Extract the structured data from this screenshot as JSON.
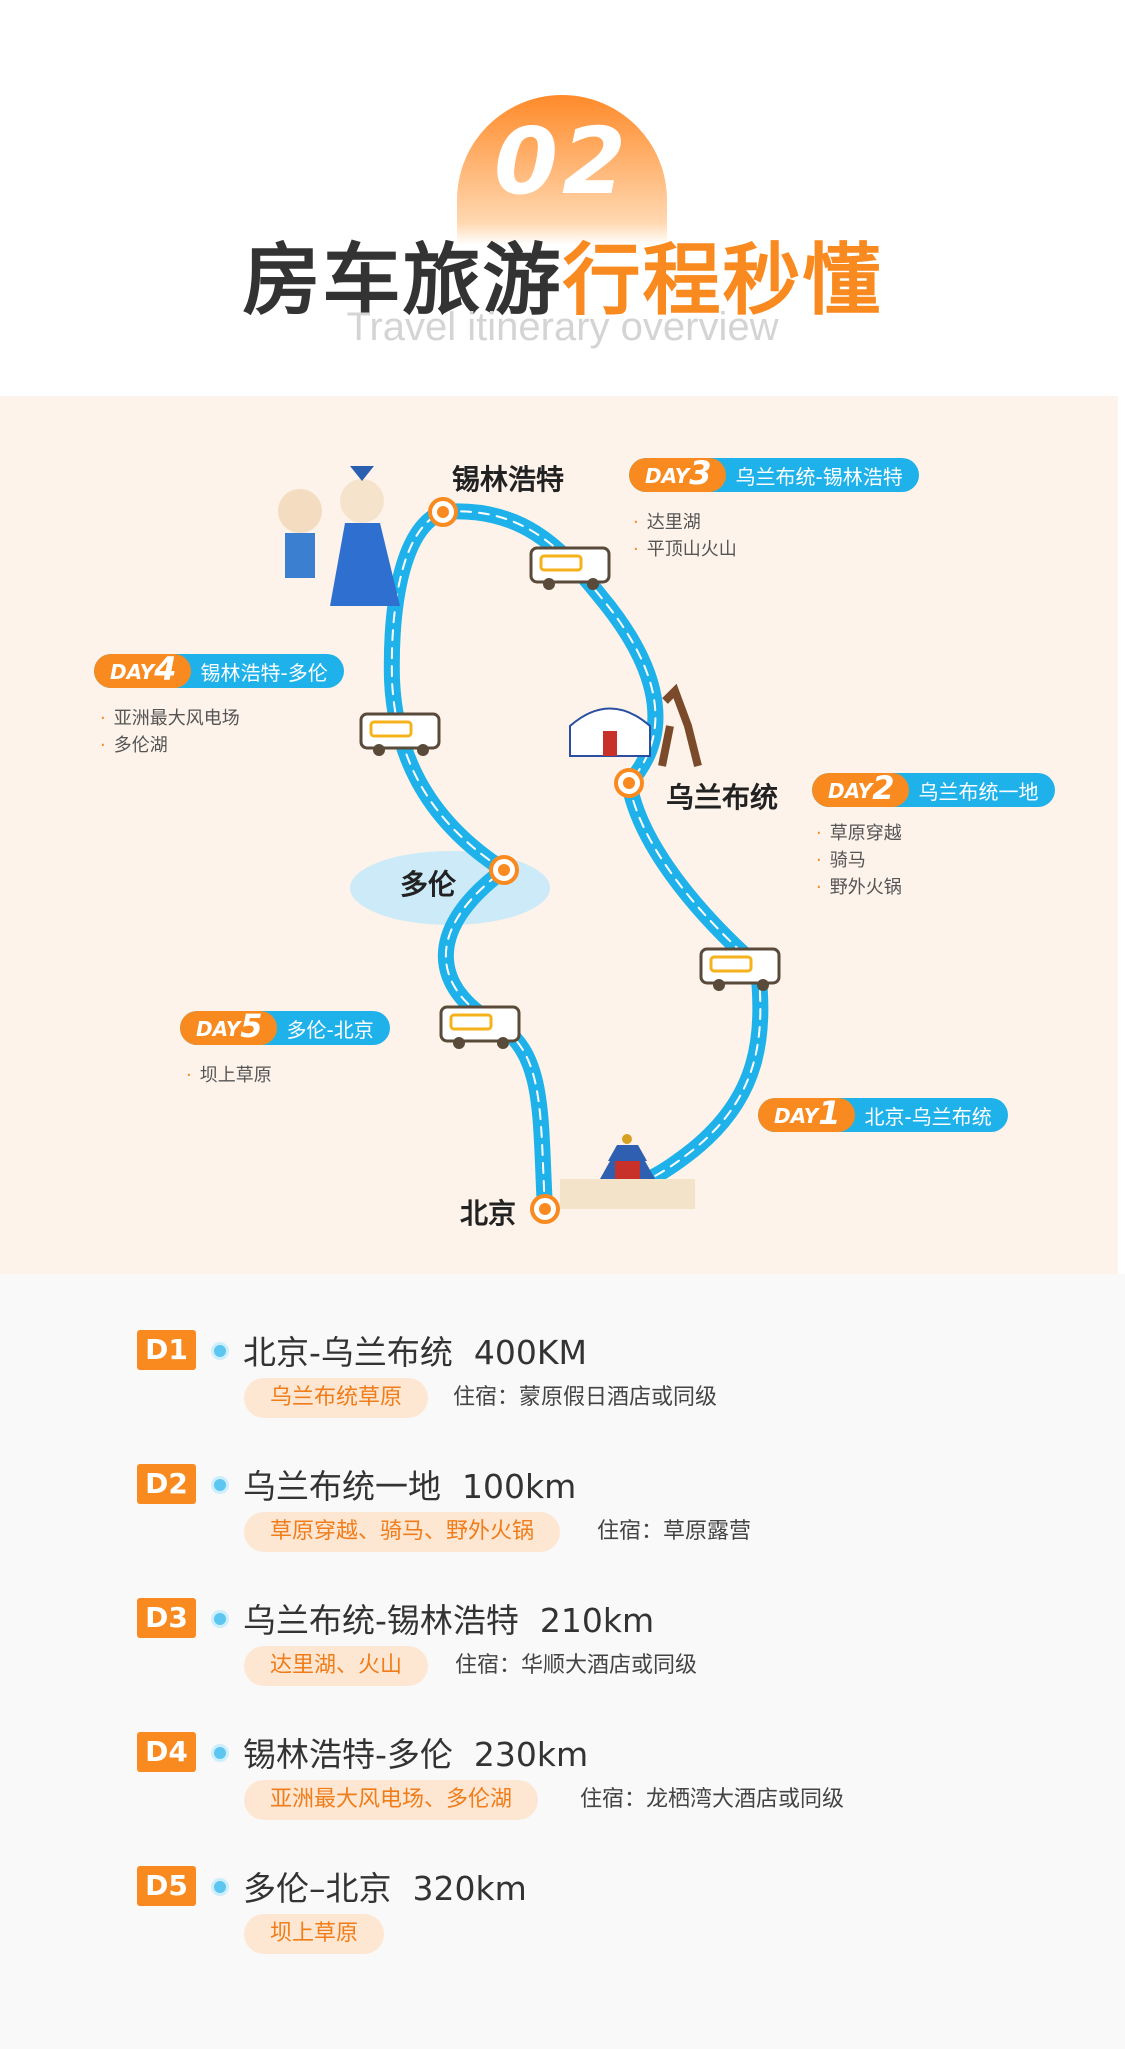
{
  "header": {
    "number": "02",
    "title_dark": "房车旅游",
    "title_orange": "行程秒懂",
    "subtitle": "Travel itinerary overview"
  },
  "map": {
    "cities": {
      "xilinhaote": "锡林浩特",
      "wulanbutong": "乌兰布统",
      "duolun": "多伦",
      "beijing": "北京"
    },
    "days": [
      {
        "prefix": "DAY",
        "num": "1",
        "route": "北京-乌兰布统",
        "bullets": []
      },
      {
        "prefix": "DAY",
        "num": "2",
        "route": "乌兰布统一地",
        "bullets": [
          "草原穿越",
          "骑马",
          "野外火锅"
        ]
      },
      {
        "prefix": "DAY",
        "num": "3",
        "route": "乌兰布统-锡林浩特",
        "bullets": [
          "达里湖",
          "平顶山火山"
        ]
      },
      {
        "prefix": "DAY",
        "num": "4",
        "route": "锡林浩特-多伦",
        "bullets": [
          "亚洲最大风电场",
          "多伦湖"
        ]
      },
      {
        "prefix": "DAY",
        "num": "5",
        "route": "多伦-北京",
        "bullets": [
          "坝上草原"
        ]
      }
    ],
    "colors": {
      "route": "#1fb2ea",
      "accent": "#f98a1f",
      "bg": "#fdf3ea"
    }
  },
  "itinerary": [
    {
      "badge": "D1",
      "title": "北京-乌兰布统  400KM",
      "activities": "乌兰布统草原",
      "stay": "住宿：蒙原假日酒店或同级"
    },
    {
      "badge": "D2",
      "title": "乌兰布统一地  100km",
      "activities": "草原穿越、骑马、野外火锅",
      "stay": "住宿：草原露营"
    },
    {
      "badge": "D3",
      "title": "乌兰布统-锡林浩特  210km",
      "activities": "达里湖、火山",
      "stay": "住宿：华顺大酒店或同级"
    },
    {
      "badge": "D4",
      "title": "锡林浩特-多伦  230km",
      "activities": "亚洲最大风电场、多伦湖",
      "stay": "住宿：龙栖湾大酒店或同级"
    },
    {
      "badge": "D5",
      "title": "多伦–北京  320km",
      "activities": "坝上草原",
      "stay": null
    }
  ]
}
